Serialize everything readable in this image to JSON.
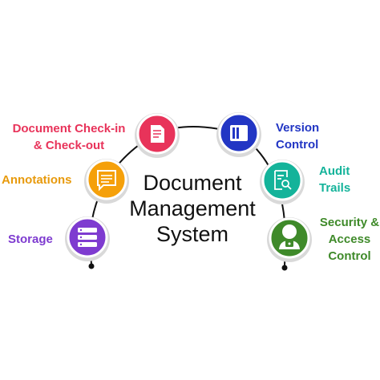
{
  "diagram": {
    "title_lines": [
      "Document",
      "Management",
      "System"
    ],
    "colors": {
      "arc": "#111111",
      "title": "#111111"
    },
    "nodes": [
      {
        "id": "checkin",
        "label_lines": [
          "Document Check-in",
          "& Check-out"
        ],
        "color": "#e8335a",
        "text_color": "#e8335a",
        "icon": "document-icon"
      },
      {
        "id": "version",
        "label_lines": [
          "Version",
          "Control"
        ],
        "color": "#2236c4",
        "text_color": "#2236c4",
        "icon": "version-icon"
      },
      {
        "id": "annotations",
        "label_lines": [
          "Annotations"
        ],
        "color": "#f5a00a",
        "text_color": "#e89a0c",
        "icon": "note-icon"
      },
      {
        "id": "audit",
        "label_lines": [
          "Audit",
          "Trails"
        ],
        "color": "#14b39a",
        "text_color": "#14b39a",
        "icon": "audit-search-icon"
      },
      {
        "id": "storage",
        "label_lines": [
          "Storage"
        ],
        "color": "#7e3bd0",
        "text_color": "#7e3bd0",
        "icon": "server-icon"
      },
      {
        "id": "security",
        "label_lines": [
          "Security &",
          "Access",
          "Control"
        ],
        "color": "#3f8a2a",
        "text_color": "#3f8a2a",
        "icon": "user-lock-icon"
      }
    ]
  }
}
